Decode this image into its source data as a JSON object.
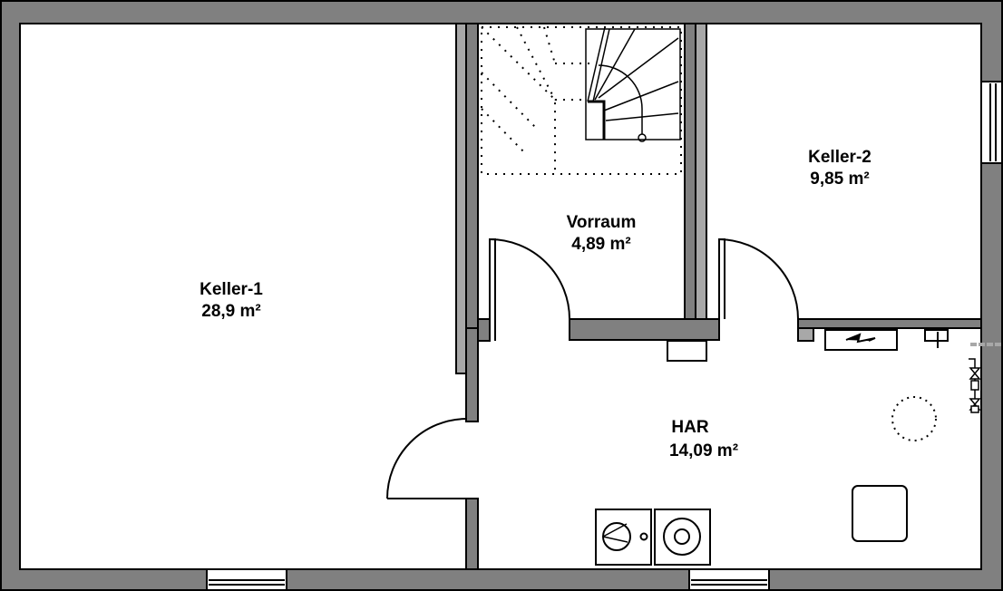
{
  "colors": {
    "wall": "#808080",
    "wall_light": "#a8a8a8",
    "line": "#000000",
    "background": "#ffffff"
  },
  "rooms": [
    {
      "name": "Keller-1",
      "area": "28,9 m²"
    },
    {
      "name": "Vorraum",
      "area": "4,89 m²"
    },
    {
      "name": "Keller-2",
      "area": "9,85 m²"
    },
    {
      "name": "HAR",
      "area": "14,09 m²"
    }
  ],
  "fixtures": [
    "staircase",
    "electric-meter",
    "water-valve",
    "washing-machine",
    "dryer",
    "boiler",
    "chimney-duct"
  ]
}
